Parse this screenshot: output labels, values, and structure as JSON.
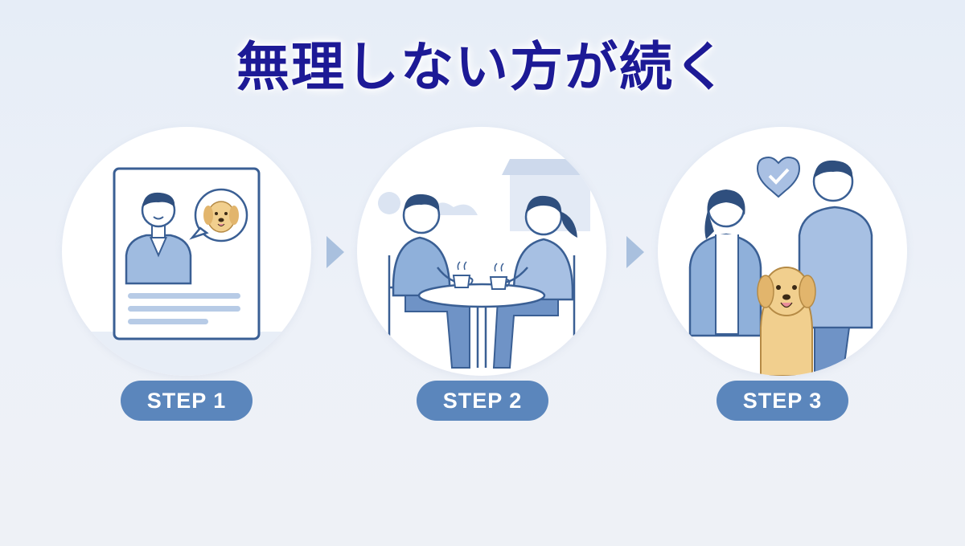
{
  "title": "無理しない方が続く",
  "steps": [
    {
      "label": "STEP 1"
    },
    {
      "label": "STEP 2"
    },
    {
      "label": "STEP 3"
    }
  ],
  "colors": {
    "title": "#1d1a96",
    "accent": "#5b86bc",
    "arrow": "#a9c0de",
    "line": "#3a5f94",
    "fill_blue": "#8fb0da",
    "fill_light": "#dbe6f4",
    "dog": "#f1cf8e"
  },
  "icons": [
    "document-icon",
    "dog-icon",
    "coffee-cup-icon",
    "heart-check-icon",
    "chevron-right-icon"
  ]
}
